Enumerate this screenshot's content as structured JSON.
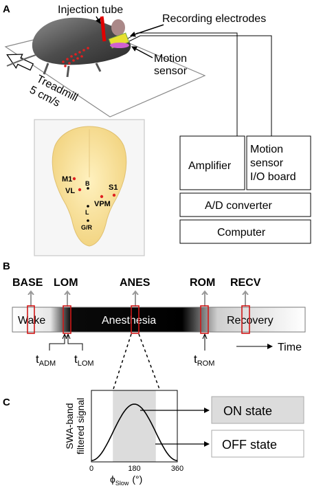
{
  "panel_a": {
    "label": "A",
    "injection_tube": "Injection tube",
    "recording_electrodes": "Recording electrodes",
    "motion_sensor_line1": "Motion",
    "motion_sensor_line2": "sensor",
    "treadmill_line1": "Treadmill",
    "treadmill_line2": "5 cm/s",
    "amplifier": "Amplifier",
    "io_line1": "Motion",
    "io_line2": "sensor",
    "io_line3": "I/O board",
    "ad_converter": "A/D converter",
    "computer": "Computer",
    "brain_sites": [
      "M1",
      "VL",
      "B",
      "S1",
      "VPM",
      "L",
      "G/R"
    ]
  },
  "panel_b": {
    "label": "B",
    "markers": [
      "BASE",
      "LOM",
      "ANES",
      "ROM",
      "RECV"
    ],
    "bar_wake": "Wake",
    "bar_anesthesia": "Anesthesia",
    "bar_recovery": "Recovery",
    "t_adm_main": "t",
    "t_adm_sub": "ADM",
    "t_lom_main": "t",
    "t_lom_sub": "LOM",
    "t_rom_main": "t",
    "t_rom_sub": "ROM",
    "time_label": "Time"
  },
  "panel_c": {
    "label": "C",
    "ylabel_line1": "SWA-band",
    "ylabel_line2": "filtered signal",
    "xlabel_phi": "ϕ",
    "xlabel_sub": "Slow",
    "xlabel_unit": "(°)",
    "on_state": "ON state",
    "off_state": "OFF state"
  },
  "chart_data": {
    "type": "line",
    "x": [
      0,
      45,
      90,
      135,
      180,
      225,
      270,
      315,
      360
    ],
    "y": [
      0,
      0.15,
      0.5,
      0.85,
      1.0,
      0.85,
      0.5,
      0.15,
      0
    ],
    "tick_labels": [
      "0",
      "180",
      "360"
    ],
    "xlim": [
      0,
      360
    ],
    "shaded_range": [
      90,
      270
    ]
  }
}
